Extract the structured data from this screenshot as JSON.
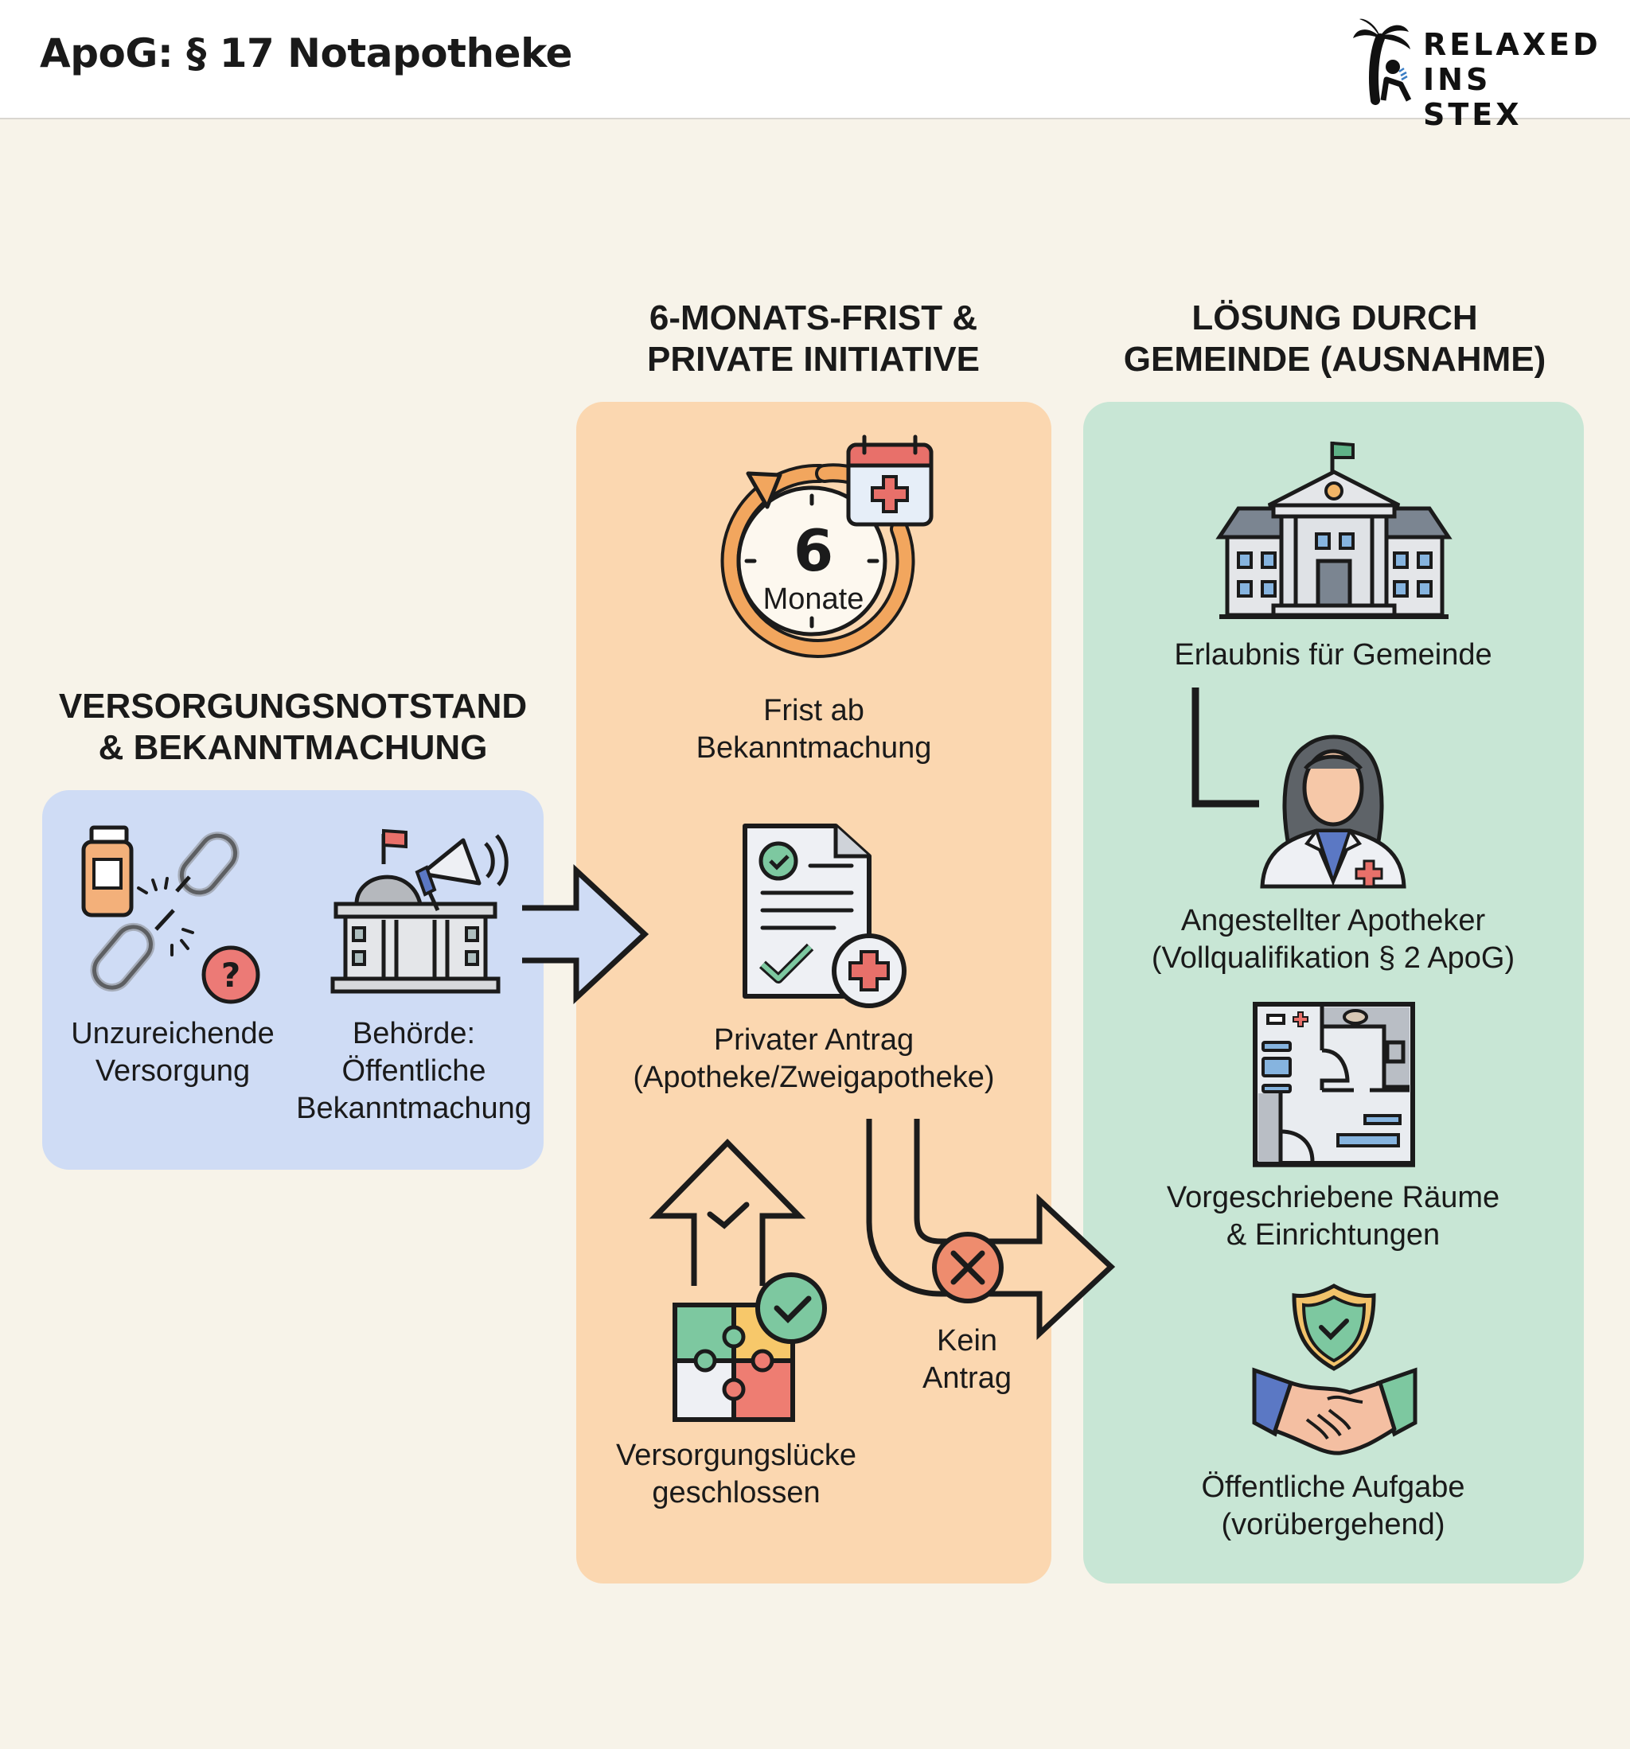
{
  "header": {
    "title": "ApoG: § 17 Notapotheke",
    "logo": {
      "line1": "RELAXED",
      "line2": "INS STEX",
      "icon": "palm-tree-person-icon"
    }
  },
  "colors": {
    "background": "#f7f3e9",
    "stage1_box": "#cfdcf5",
    "stage2_box": "#fbd7b0",
    "stage3_box": "#c8e6d5",
    "accent_red": "#e8706a",
    "accent_green": "#7dc8a0",
    "accent_orange": "#f0a05a",
    "accent_blue": "#5b78c4"
  },
  "stages": [
    {
      "heading_line1": "VERSORGUNGSNOTSTAND",
      "heading_line2": "& BEKANNTMACHUNG",
      "items": [
        {
          "icon": "broken-chain-medicine-icon",
          "line1": "Unzureichende",
          "line2": "Versorgung"
        },
        {
          "icon": "government-megaphone-icon",
          "line1": "Behörde:",
          "line2": "Öffentliche",
          "line3": "Bekanntmachung"
        }
      ]
    },
    {
      "heading_line1": "6-MONATS-FRIST &",
      "heading_line2": "PRIVATE INITIATIVE",
      "timer": {
        "number": "6",
        "unit": "Monate"
      },
      "items": [
        {
          "icon": "six-month-timer-icon",
          "line1": "Frist ab",
          "line2": "Bekanntmachung"
        },
        {
          "icon": "application-document-icon",
          "line1": "Privater Antrag",
          "line2": "(Apotheke/Zweigapotheke)"
        },
        {
          "icon": "puzzle-check-icon",
          "line1": "Versorgungslücke",
          "line2": "geschlossen"
        },
        {
          "icon": "cross-circle-icon",
          "line1": "Kein",
          "line2": "Antrag"
        }
      ]
    },
    {
      "heading_line1": "LÖSUNG DURCH",
      "heading_line2": "GEMEINDE (AUSNAHME)",
      "items": [
        {
          "icon": "town-hall-icon",
          "line1": "Erlaubnis für Gemeinde"
        },
        {
          "icon": "pharmacist-icon",
          "line1": "Angestellter Apotheker",
          "line2": "(Vollqualifikation § 2 ApoG)"
        },
        {
          "icon": "floor-plan-icon",
          "line1": "Vorgeschriebene Räume",
          "line2": "& Einrichtungen"
        },
        {
          "icon": "handshake-shield-icon",
          "line1": "Öffentliche Aufgabe",
          "line2": "(vorübergehend)"
        }
      ]
    }
  ]
}
